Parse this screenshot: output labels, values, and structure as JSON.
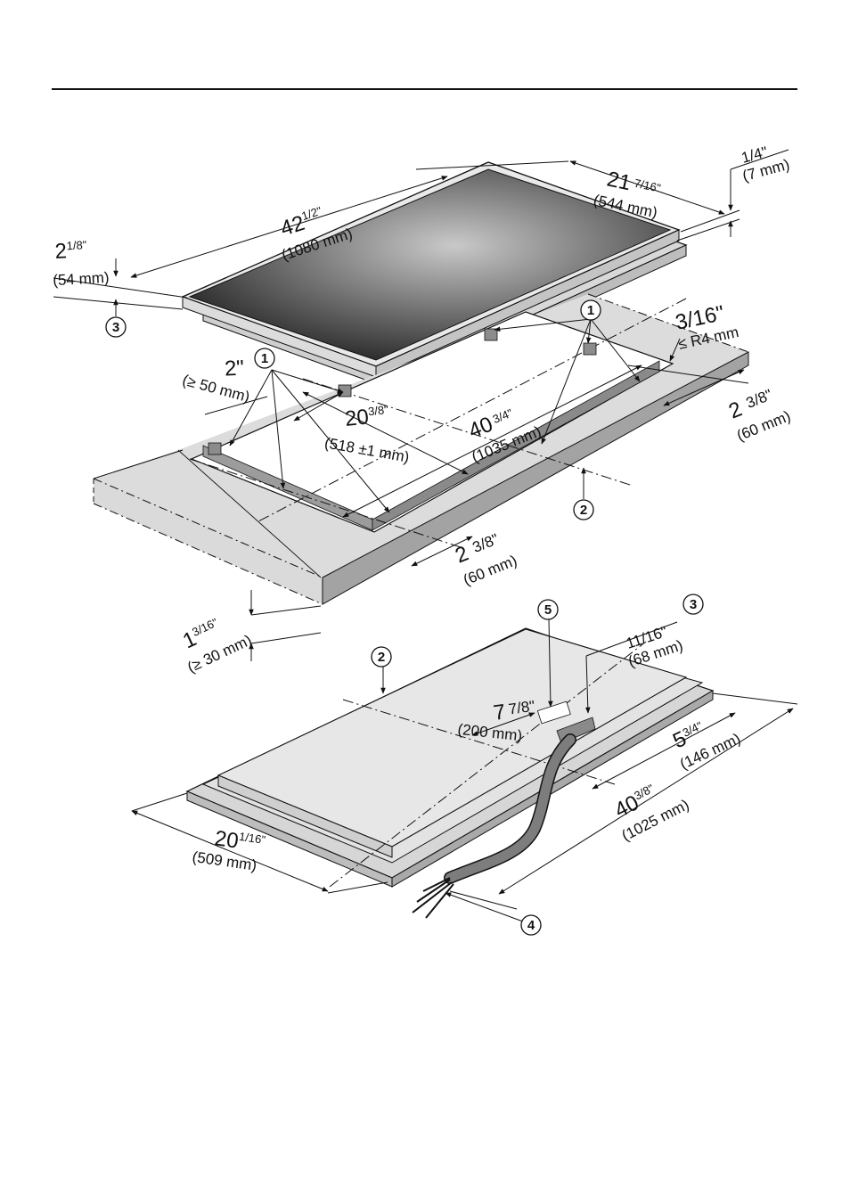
{
  "figure": {
    "cooktop": {
      "length_in_whole": "42",
      "length_in_frac": "1/2\"",
      "length_mm": "(1080 mm)",
      "depth_in_whole": "21",
      "depth_in_frac": "7/16\"",
      "depth_mm": "(544 mm)",
      "glass_in": "1/4\"",
      "glass_mm": "(7 mm)",
      "height_in_whole": "2",
      "height_in_frac": "1/8\"",
      "height_mm": "(54 mm)"
    },
    "cutout": {
      "clearance_in": "2\"",
      "clearance_mm": "(≥ 50 mm)",
      "width_in_whole": "20",
      "width_in_frac": "3/8\"",
      "width_mm": "(518 ±1 mm)",
      "length_in_whole": "40",
      "length_in_frac": "3/4\"",
      "length_mm": "(1035 mm)",
      "radius_in": "3/16\"",
      "radius_mm": "≤ R4 mm",
      "margin_right_in_whole": "2",
      "margin_right_in_frac": "3/8\"",
      "margin_right_mm": "(60 mm)",
      "margin_front_in_whole": "2",
      "margin_front_in_frac": "3/8\"",
      "margin_front_mm": "(60 mm)",
      "counter_in_whole": "1",
      "counter_in_frac": "3/16\"",
      "counter_mm": "(≥ 30 mm)"
    },
    "underside": {
      "offset_in": "11/16\"",
      "offset_mm": "(68 mm)",
      "box_in_whole": "7",
      "box_in_frac": "7/8\"",
      "box_mm": "(200 mm)",
      "box_side_in_whole": "5",
      "box_side_in_frac": "3/4\"",
      "box_side_mm": "(146 mm)",
      "length_in_whole": "40",
      "length_in_frac": "3/8\"",
      "length_mm": "(1025 mm)",
      "width_in_whole": "20",
      "width_in_frac": "1/16\"",
      "width_mm": "(509 mm)"
    },
    "callouts": [
      "1",
      "2",
      "3",
      "4",
      "5"
    ]
  },
  "colors": {
    "line": "#111111",
    "glass_dark": "#2b2b2b",
    "glass_light": "#bdbdbd",
    "counter": "#dcdcdc",
    "counter_edge": "#9a9a9a",
    "cable": "#7d7d7d"
  }
}
